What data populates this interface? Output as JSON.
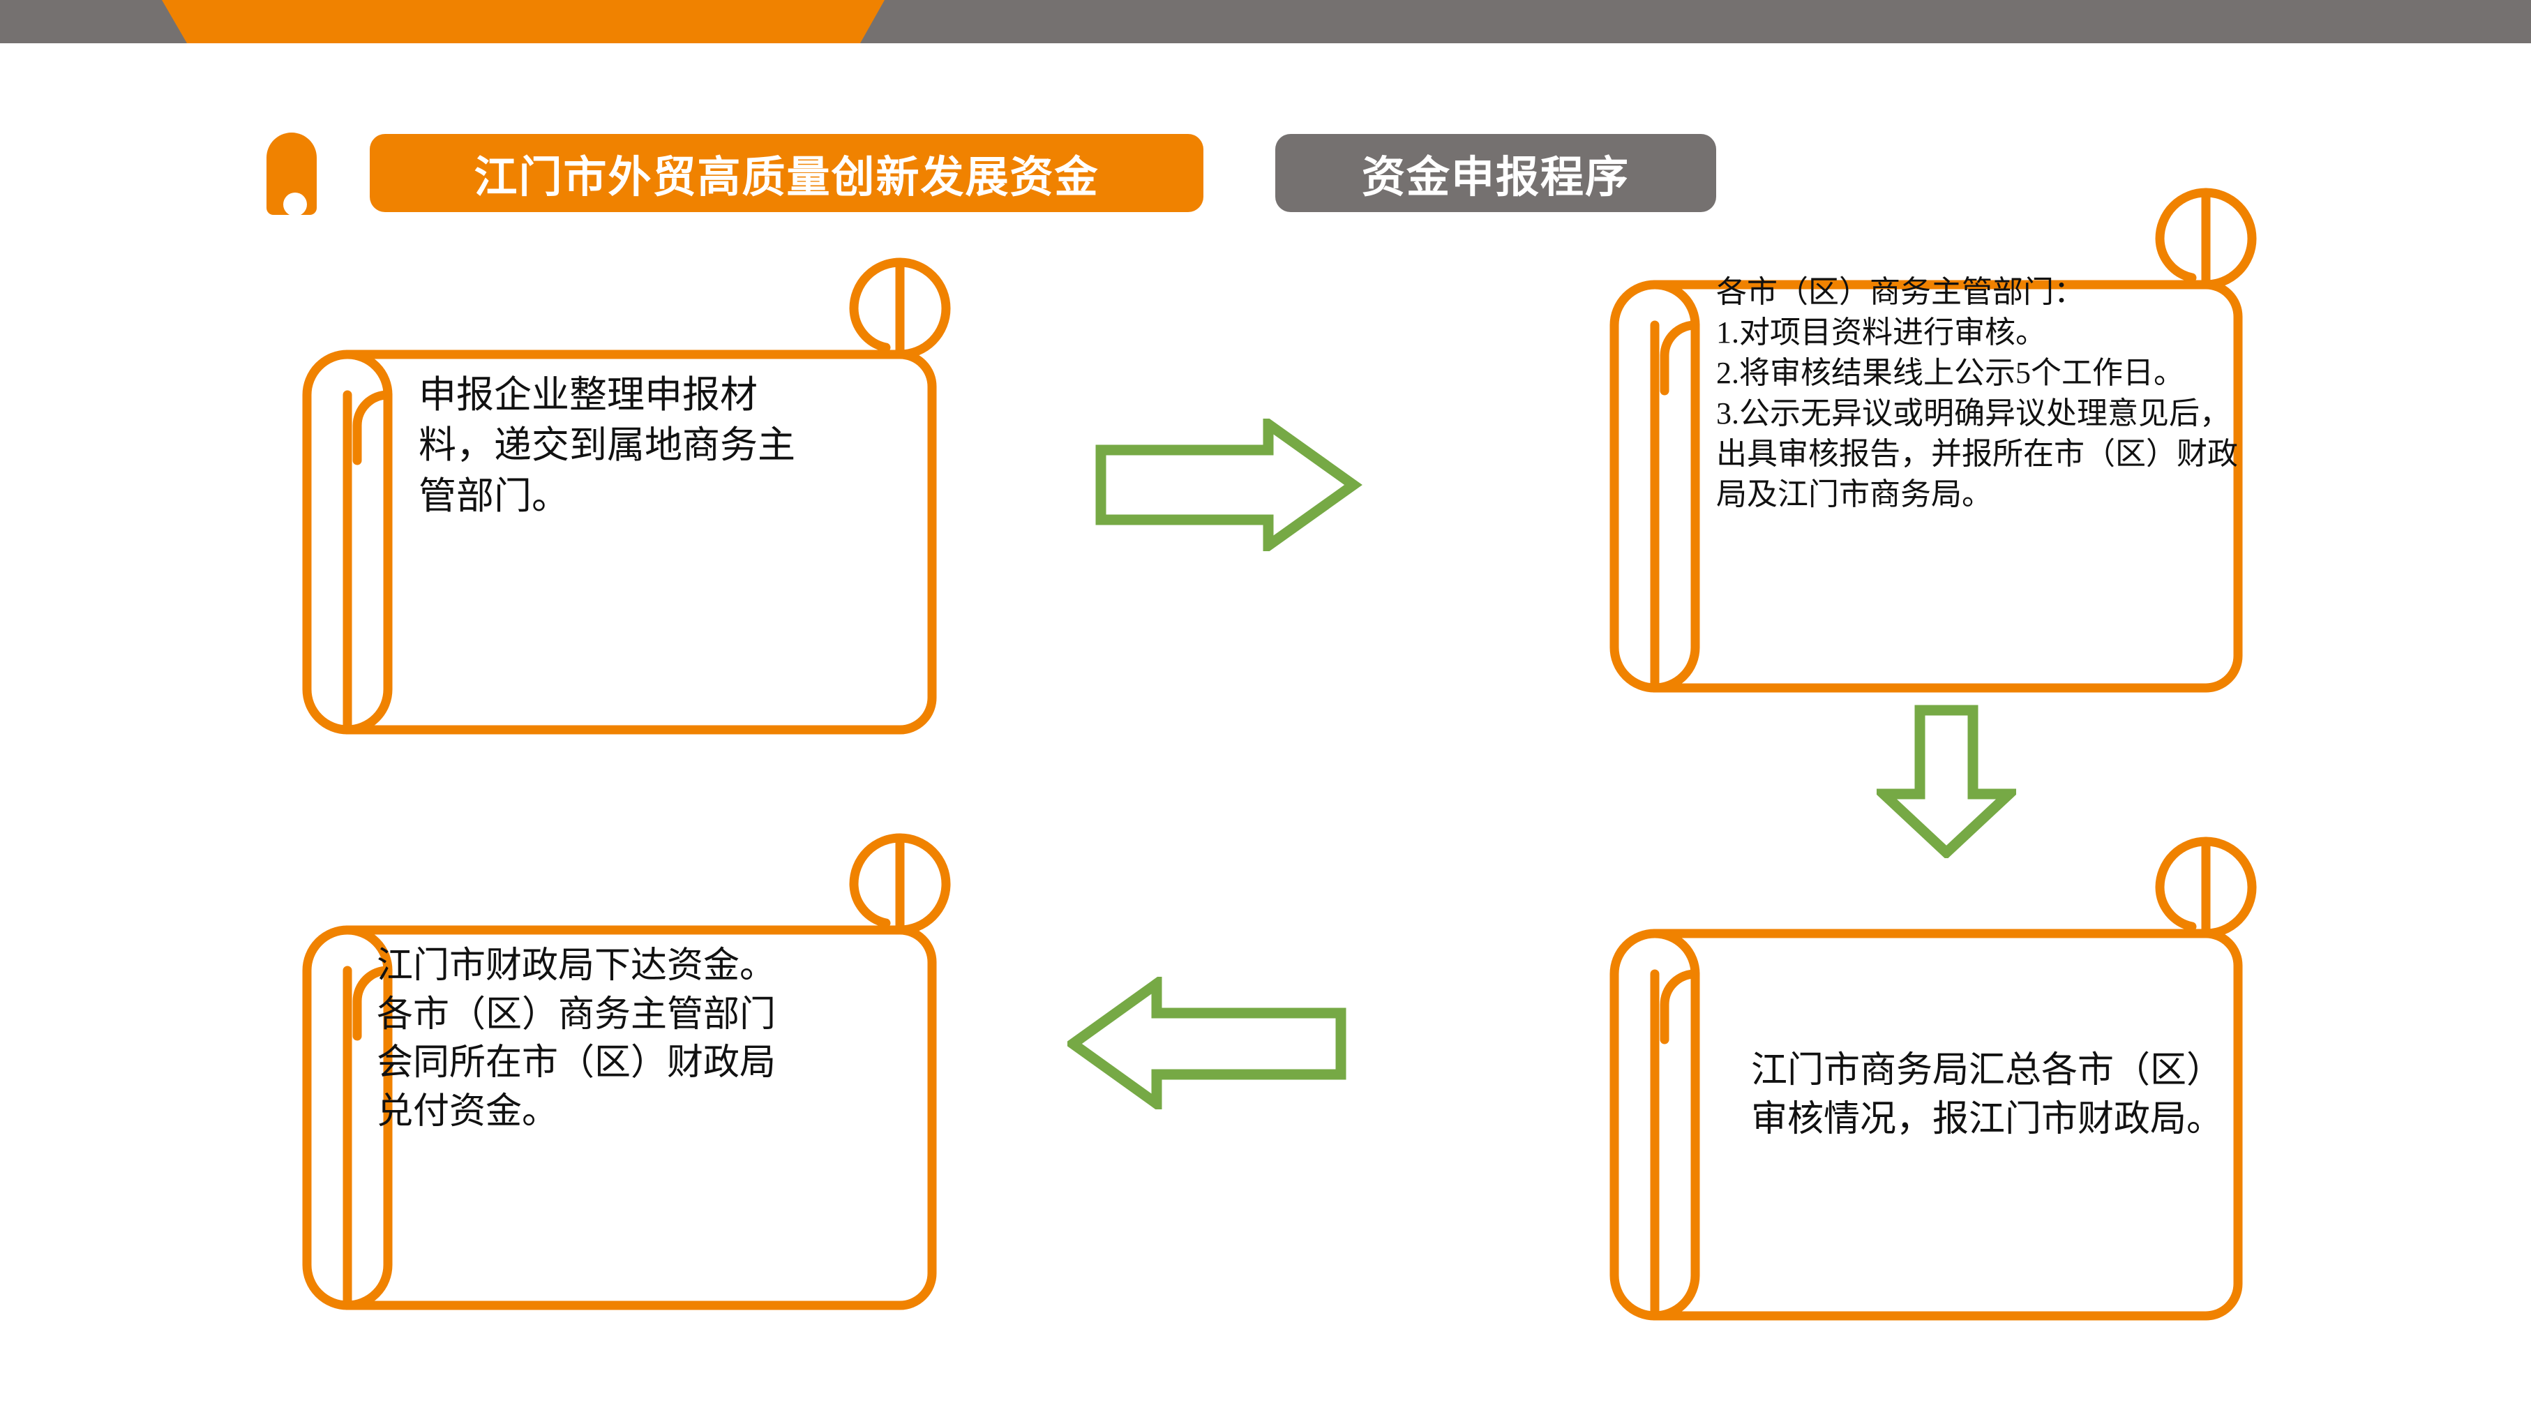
{
  "banner": {
    "gray_color": "#757170",
    "orange_color": "#f08200"
  },
  "header": {
    "alert_icon": "exclamation-mark-icon",
    "program_title": "江门市外贸高质量创新发展资金",
    "section_title": "资金申报程序"
  },
  "flow": {
    "steps": [
      {
        "id": "apply",
        "order": 1,
        "text": "申报企业整理申报材料，递交到属地商务主管部门。"
      },
      {
        "id": "review",
        "order": 2,
        "text": "各市（区）商务主管部门：\n1.对项目资料进行审核。\n2.将审核结果线上公示5个工作日。\n3.公示无异议或明确异议处理意见后，出具审核报告，并报所在市（区）财政局及江门市商务局。"
      },
      {
        "id": "summary",
        "order": 3,
        "text": "江门市商务局汇总各市（区）审核情况，报江门市财政局。"
      },
      {
        "id": "disburse",
        "order": 4,
        "text": "江门市财政局下达资金。\n各市（区）商务主管部门会同所在市（区）财政局兑付资金。"
      }
    ],
    "connectors": [
      {
        "id": "apply-to-review",
        "icon": "arrow-right-icon",
        "direction": "right"
      },
      {
        "id": "review-to-summary",
        "icon": "arrow-down-icon",
        "direction": "down"
      },
      {
        "id": "summary-to-disburse",
        "icon": "arrow-left-icon",
        "direction": "left"
      }
    ],
    "arrow_color": "#76a945",
    "scroll_color": "#f08200"
  }
}
